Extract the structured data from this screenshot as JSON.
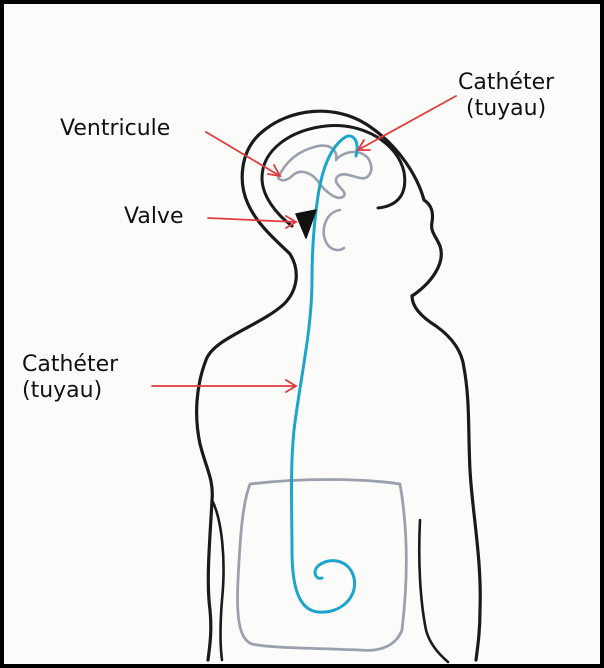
{
  "labels": {
    "ventricule": "Ventricule",
    "valve": "Valve",
    "catheter_head_line1": "Cathéter",
    "catheter_head_line2": "(tuyau)",
    "catheter_body_line1": "Cathéter",
    "catheter_body_line2": "(tuyau)"
  },
  "colors": {
    "outline": "#1a1a1a",
    "catheter": "#1aa6cc",
    "organ": "#9aa0ad",
    "arrow": "#e23b3b",
    "valve": "#111111"
  }
}
